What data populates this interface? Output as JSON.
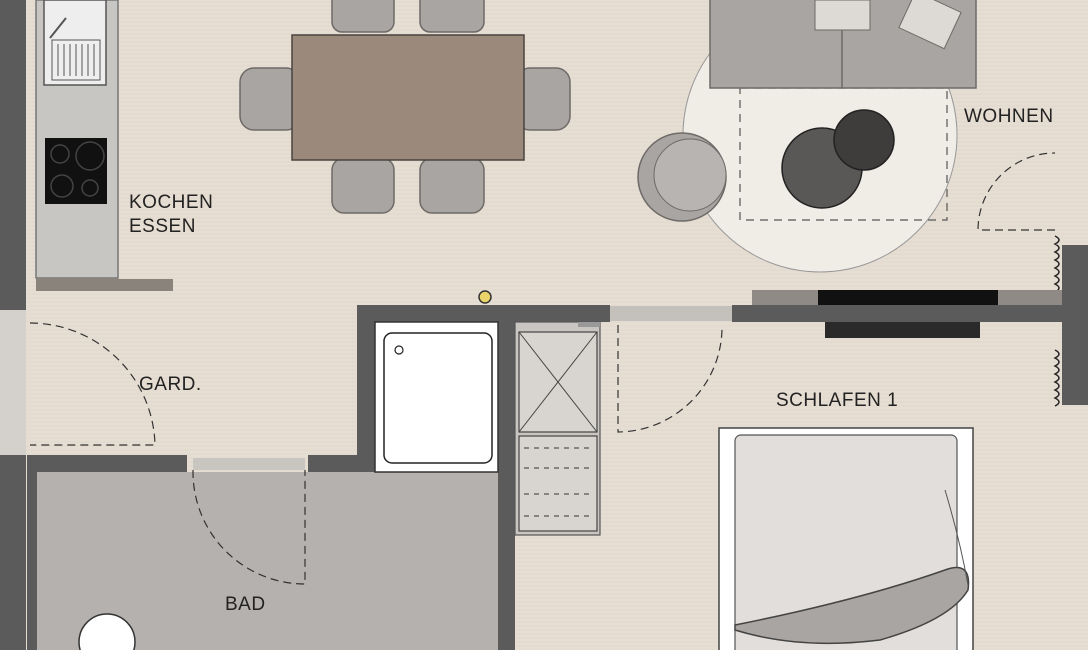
{
  "rooms": {
    "kitchen_line1": "KOCHEN",
    "kitchen_line2": "ESSEN",
    "living": "WOHNEN",
    "wardrobe": "GARD.",
    "bedroom": "SCHLAFEN 1",
    "bath": "BAD"
  },
  "colors": {
    "floor": "#e7ded3",
    "wall": "#5b5b5b",
    "bath_floor": "#b4b1ae",
    "table": "#9b8a7b",
    "furniture": "#a8a5a2"
  }
}
